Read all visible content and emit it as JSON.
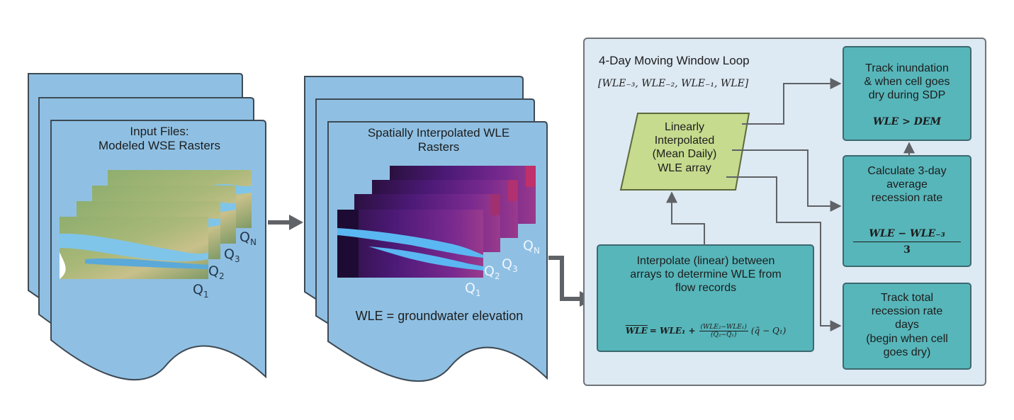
{
  "colors": {
    "doc_fill": "#8fc0e3",
    "doc_stroke": "#3e4a55",
    "panel_fill": "#dde9f3",
    "panel_stroke": "#707478",
    "box_fill": "#57b6ba",
    "box_stroke": "#3c6970",
    "para_fill": "#c6db8e",
    "para_stroke": "#5c6a3b",
    "arrow": "#5f6266"
  },
  "input_stack": {
    "title": "Input Files:\nModeled WSE Rasters",
    "labels": [
      {
        "text": "Q",
        "sub": "N"
      },
      {
        "text": "Q",
        "sub": "3"
      },
      {
        "text": "Q",
        "sub": "2"
      },
      {
        "text": "Q",
        "sub": "1"
      }
    ]
  },
  "wle_stack": {
    "title": "Spatially Interpolated WLE\nRasters",
    "caption": "WLE = groundwater elevation",
    "labels": [
      {
        "text": "Q",
        "sub": "N"
      },
      {
        "text": "Q",
        "sub": "3"
      },
      {
        "text": "Q",
        "sub": "2"
      },
      {
        "text": "Q",
        "sub": "1"
      }
    ]
  },
  "panel": {
    "title": "4-Day Moving Window Loop",
    "window_expr": "[WLE₋₃, WLE₋₂, WLE₋₁, WLE]"
  },
  "linear_array": {
    "label": "Linearly\nInterpolated\n(Mean Daily)\nWLE array"
  },
  "interpolate_box": {
    "label": "Interpolate (linear) between\narrays to determine WLE from\nflow records",
    "lhs": "WLE",
    "rhs_1": "= WLE₁ +",
    "frac_num": "(WLE₂−WLE₁)",
    "frac_den": "(Q₂−Q₁)",
    "rhs_2": "(q̃ − Q₁)"
  },
  "inundation_box": {
    "label": "Track inundation\n& when cell goes\ndry during SDP",
    "formula": "WLE > DEM"
  },
  "recession_box": {
    "label": "Calculate 3-day\naverage\nrecession rate",
    "numerator": "WLE − WLE₋₃",
    "denominator": "3"
  },
  "total_box": {
    "label": "Track total\nrecession rate\ndays\n(begin when cell\ngoes dry)"
  }
}
